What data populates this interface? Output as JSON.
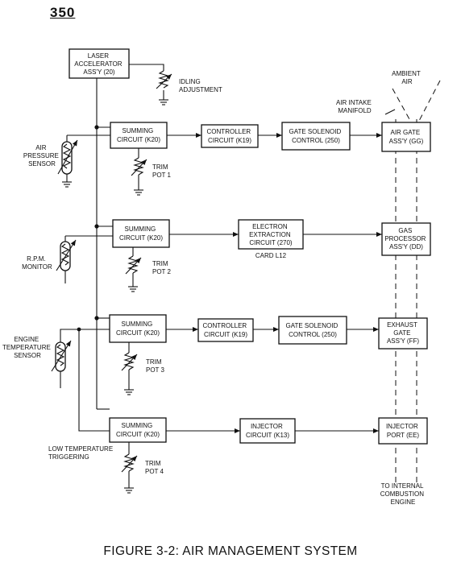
{
  "page_number": "350",
  "figure_caption": "FIGURE 3-2: AIR MANAGEMENT SYSTEM",
  "laser_accelerator": [
    "LASER",
    "ACCELERATOR",
    "ASS'Y (20)"
  ],
  "idling_adjustment": [
    "IDLING",
    "ADJUSTMENT"
  ],
  "ambient_air": [
    "AMBIENT",
    "AIR"
  ],
  "air_intake_manifold": [
    "AIR INTAKE",
    "MANIFOLD"
  ],
  "rows": [
    {
      "sensor_label": [
        "AIR",
        "PRESSURE",
        "SENSOR"
      ],
      "summing": [
        "SUMMING",
        "CIRCUIT (K20)"
      ],
      "trim": [
        "TRIM",
        "POT 1"
      ],
      "stage1": [
        "CONTROLLER",
        "CIRCUIT (K19)"
      ],
      "stage2": [
        "GATE SOLENOID",
        "CONTROL (250)"
      ],
      "output": [
        "AIR GATE",
        "ASS'Y (GG)"
      ]
    },
    {
      "sensor_label": [
        "R.P.M.",
        "MONITOR"
      ],
      "summing": [
        "SUMMING",
        "CIRCUIT (K20)"
      ],
      "trim": [
        "TRIM",
        "POT 2"
      ],
      "stage1": [
        "ELECTRON",
        "EXTRACTION",
        "CIRCUIT (270)"
      ],
      "stage1_note": "CARD L12",
      "output": [
        "GAS",
        "PROCESSOR",
        "ASS'Y (DD)"
      ]
    },
    {
      "sensor_label": [
        "ENGINE",
        "TEMPERATURE",
        "SENSOR"
      ],
      "summing": [
        "SUMMING",
        "CIRCUIT (K20)"
      ],
      "trim": [
        "TRIM",
        "POT 3"
      ],
      "stage1": [
        "CONTROLLER",
        "CIRCUIT (K19)"
      ],
      "stage2": [
        "GATE SOLENOID",
        "CONTROL (250)"
      ],
      "output": [
        "EXHAUST",
        "GATE",
        "ASS'Y (FF)"
      ]
    },
    {
      "sensor_label": [
        "LOW TEMPERATURE",
        "TRIGGERING"
      ],
      "summing": [
        "SUMMING",
        "CIRCUIT (K20)"
      ],
      "trim": [
        "TRIM",
        "POT 4"
      ],
      "stage1": [
        "INJECTOR",
        "CIRCUIT (K13)"
      ],
      "output": [
        "INJECTOR",
        "PORT (EE)"
      ]
    }
  ],
  "engine_label": [
    "TO INTERNAL",
    "COMBUSTION",
    "ENGINE"
  ]
}
